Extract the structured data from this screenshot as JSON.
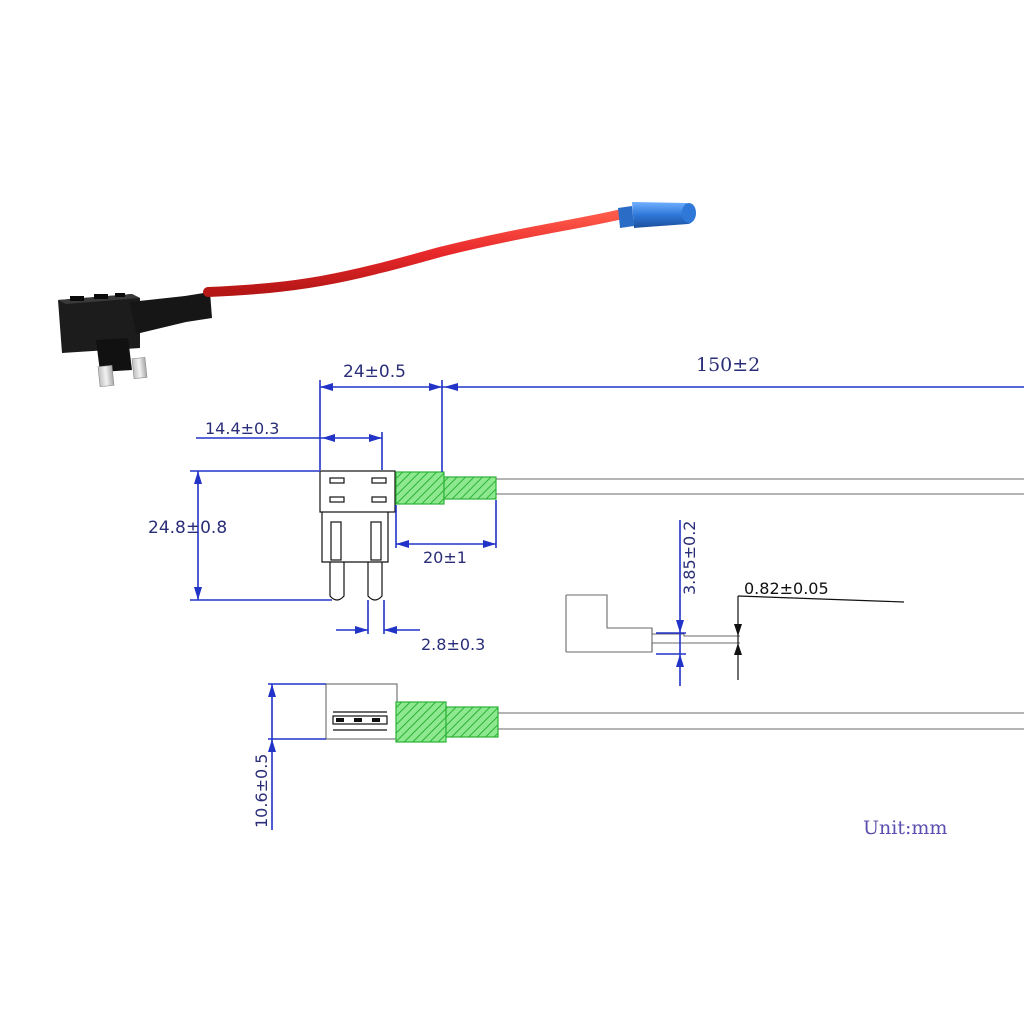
{
  "dimensions": {
    "wire_length": "150±2",
    "holder_width": "24±0.5",
    "fuse_width": "14.4±0.3",
    "height": "24.8±0.8",
    "sleeve_length": "20±1",
    "blade_width": "2.8±0.3",
    "blade_depth": "3.85±0.2",
    "blade_thickness": "0.82±0.05",
    "side_height": "10.6±0.5"
  },
  "unit_label": "Unit:mm",
  "colors": {
    "dimension_line": "#2233c8",
    "sleeve_green": "#3fd44a",
    "wire_red": "#e8282a",
    "connector_blue": "#2f78d8",
    "holder_black": "#1a1a1a"
  }
}
